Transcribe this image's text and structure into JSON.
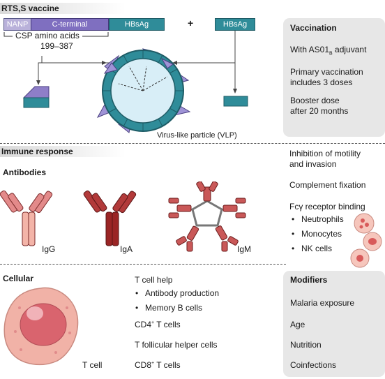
{
  "rts_title": "RTS,S vaccine",
  "construct": {
    "nanp": "NANP",
    "cterminal": "C-terminal",
    "hbsag1": "HBsAg",
    "plus": "+",
    "hbsag2": "HBsAg",
    "csp_line1": "CSP amino acids",
    "csp_line2": "199–387"
  },
  "vlp_label": "Virus-like particle (VLP)",
  "vaccination": {
    "title": "Vaccination",
    "adj_pre": "With AS01",
    "adj_sub": "B",
    "adj_post": " adjuvant",
    "primary_1": "Primary vaccination",
    "primary_2": "includes 3 doses",
    "booster_1": "Booster dose",
    "booster_2": "after 20 months"
  },
  "immune_title": "Immune response",
  "antibodies_title": "Antibodies",
  "ab_labels": {
    "igg": "IgG",
    "iga": "IgA",
    "igm": "IgM"
  },
  "functions": {
    "inhibition_1": "Inhibition of motility",
    "inhibition_2": "and invasion",
    "complement": "Complement fixation",
    "fc": "Fcγ receptor binding",
    "neutrophils": "Neutrophils",
    "monocytes": "Monocytes",
    "nk": "NK cells"
  },
  "cellular": {
    "title": "Cellular",
    "tcell_label": "T cell",
    "help": "T cell help",
    "ab_prod": "Antibody production",
    "memory": "Memory B cells",
    "cd4_pre": "CD4",
    "cd4_sup": "+",
    "cd4_post": " T cells",
    "tfh": "T follicular helper cells",
    "cd8_pre": "CD8",
    "cd8_sup": "+",
    "cd8_post": " T cells"
  },
  "modifiers": {
    "title": "Modifiers",
    "items": [
      "Malaria exposure",
      "Age",
      "Nutrition",
      "Coinfections"
    ]
  },
  "colors": {
    "nanp": "#b9b1da",
    "cterminal": "#7f6fc0",
    "hbsag": "#2f8c99",
    "igg": "#e38a8a",
    "iga": "#b23a3a",
    "igm": "#c95858",
    "tcell": "#f1b2a7",
    "panel_gray": "#e7e7e7"
  }
}
